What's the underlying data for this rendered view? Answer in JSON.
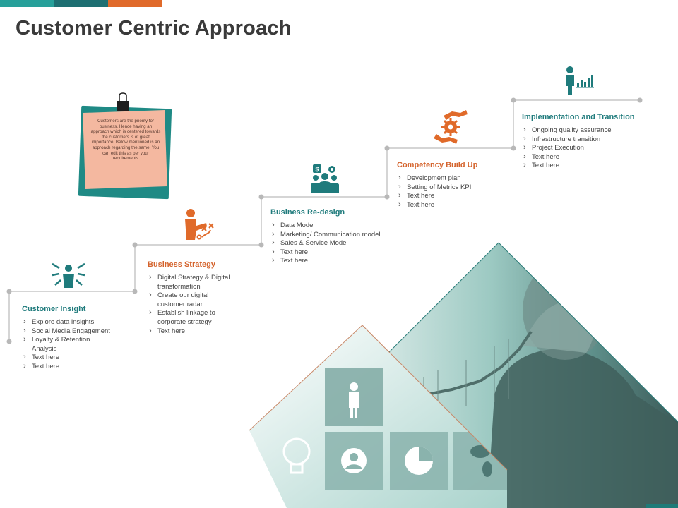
{
  "header": {
    "title": "Customer Centric Approach",
    "colors": {
      "teal": "#27a09a",
      "dark_teal": "#1e6f72",
      "orange": "#e06a2a"
    }
  },
  "note": {
    "text": "Customers are the priority for business. Hence having an approach which is centered towards the customers is of great importance. Below mentioned is an approach regarding the same. You can edit this as per your requirements"
  },
  "steps": [
    {
      "title": "Customer Insight",
      "icon": "people-focus-icon",
      "items": [
        "Explore data insights",
        "Social Media Engagement",
        "Loyalty & Retention Analysis",
        "Text here",
        "Text here"
      ]
    },
    {
      "title": "Business Strategy",
      "icon": "strategy-board-icon",
      "items": [
        "Digital Strategy & Digital transformation",
        "Create our digital customer radar",
        "Establish linkage to corporate strategy",
        "Text here"
      ]
    },
    {
      "title": "Business Re-design",
      "icon": "team-gears-icon",
      "items": [
        "Data Model",
        "Marketing/ Communication model",
        "Sales & Service Model",
        "Text here",
        "Text here"
      ]
    },
    {
      "title": "Competency Build Up",
      "icon": "hands-gear-icon",
      "items": [
        "Development plan",
        "Setting of Metrics KPI",
        "Text here",
        "Text here"
      ]
    },
    {
      "title": "Implementation and Transition",
      "icon": "man-chart-icon",
      "items": [
        "Ongoing quality assurance",
        "Infrastructure transition",
        "Project Execution",
        "Text here",
        "Text here"
      ]
    }
  ]
}
